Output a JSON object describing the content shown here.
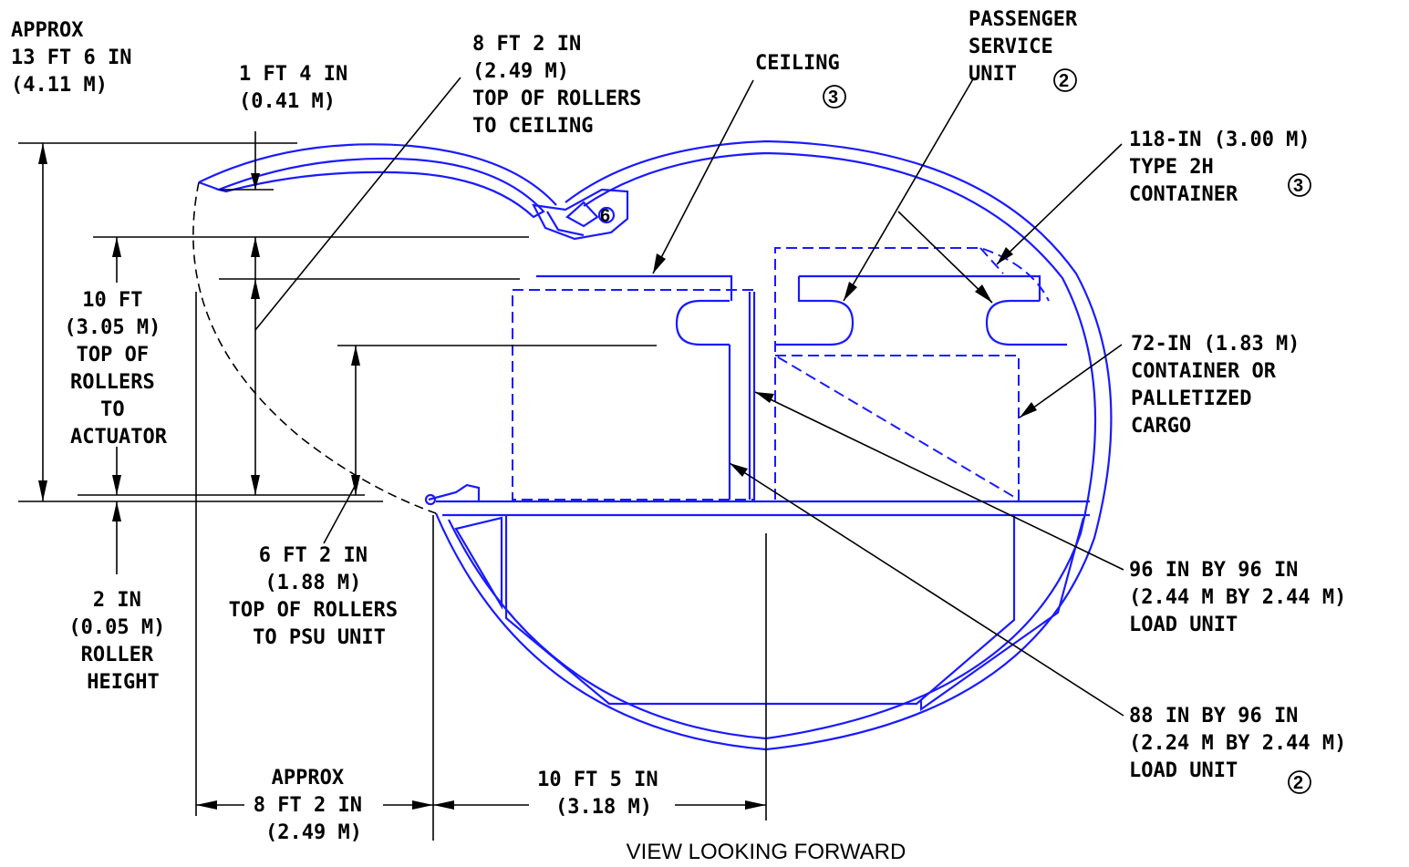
{
  "caption": "VIEW LOOKING FORWARD",
  "colors": {
    "structure": "#1a1aff",
    "dimension": "#000000"
  },
  "labels": {
    "overall_height": [
      "APPROX",
      "13 FT 6 IN",
      "(4.11 M)"
    ],
    "cabin_floor_offset": [
      "1 FT 4 IN",
      "(0.41 M)"
    ],
    "rollers_to_ceiling": [
      "8 FT 2 IN",
      "(2.49 M)",
      "TOP OF ROLLERS",
      "TO CEILING"
    ],
    "ceiling": [
      "CEILING"
    ],
    "psu": [
      "PASSENGER",
      "SERVICE",
      "UNIT"
    ],
    "type2h": [
      "118-IN (3.00 M)",
      "TYPE 2H",
      "CONTAINER"
    ],
    "rollers_to_actuator": [
      "10 FT",
      "(3.05 M)",
      "TOP OF",
      "ROLLERS",
      "TO",
      "ACTUATOR"
    ],
    "container72": [
      "72-IN (1.83 M)",
      "CONTAINER OR",
      "PALLETIZED",
      "CARGO"
    ],
    "load96": [
      "96 IN BY 96 IN",
      "(2.44 M BY 2.44 M)",
      "LOAD UNIT"
    ],
    "load88": [
      "88 IN BY 96 IN",
      "(2.24 M BY 2.44 M)",
      "LOAD UNIT"
    ],
    "rollers_to_psu": [
      "6 FT 2 IN",
      "(1.88 M)",
      "TOP OF ROLLERS",
      "TO PSU UNIT"
    ],
    "roller_height": [
      "2 IN",
      "(0.05 M)",
      "ROLLER",
      "HEIGHT"
    ],
    "half_width": [
      "APPROX",
      "8 FT 2 IN",
      "(2.49 M)"
    ],
    "centerline_width": [
      "10 FT 5 IN",
      "(3.18 M)"
    ]
  },
  "notes": {
    "ceiling": "3",
    "psu": "2",
    "type2h": "3",
    "load88": "2",
    "door": "6"
  }
}
